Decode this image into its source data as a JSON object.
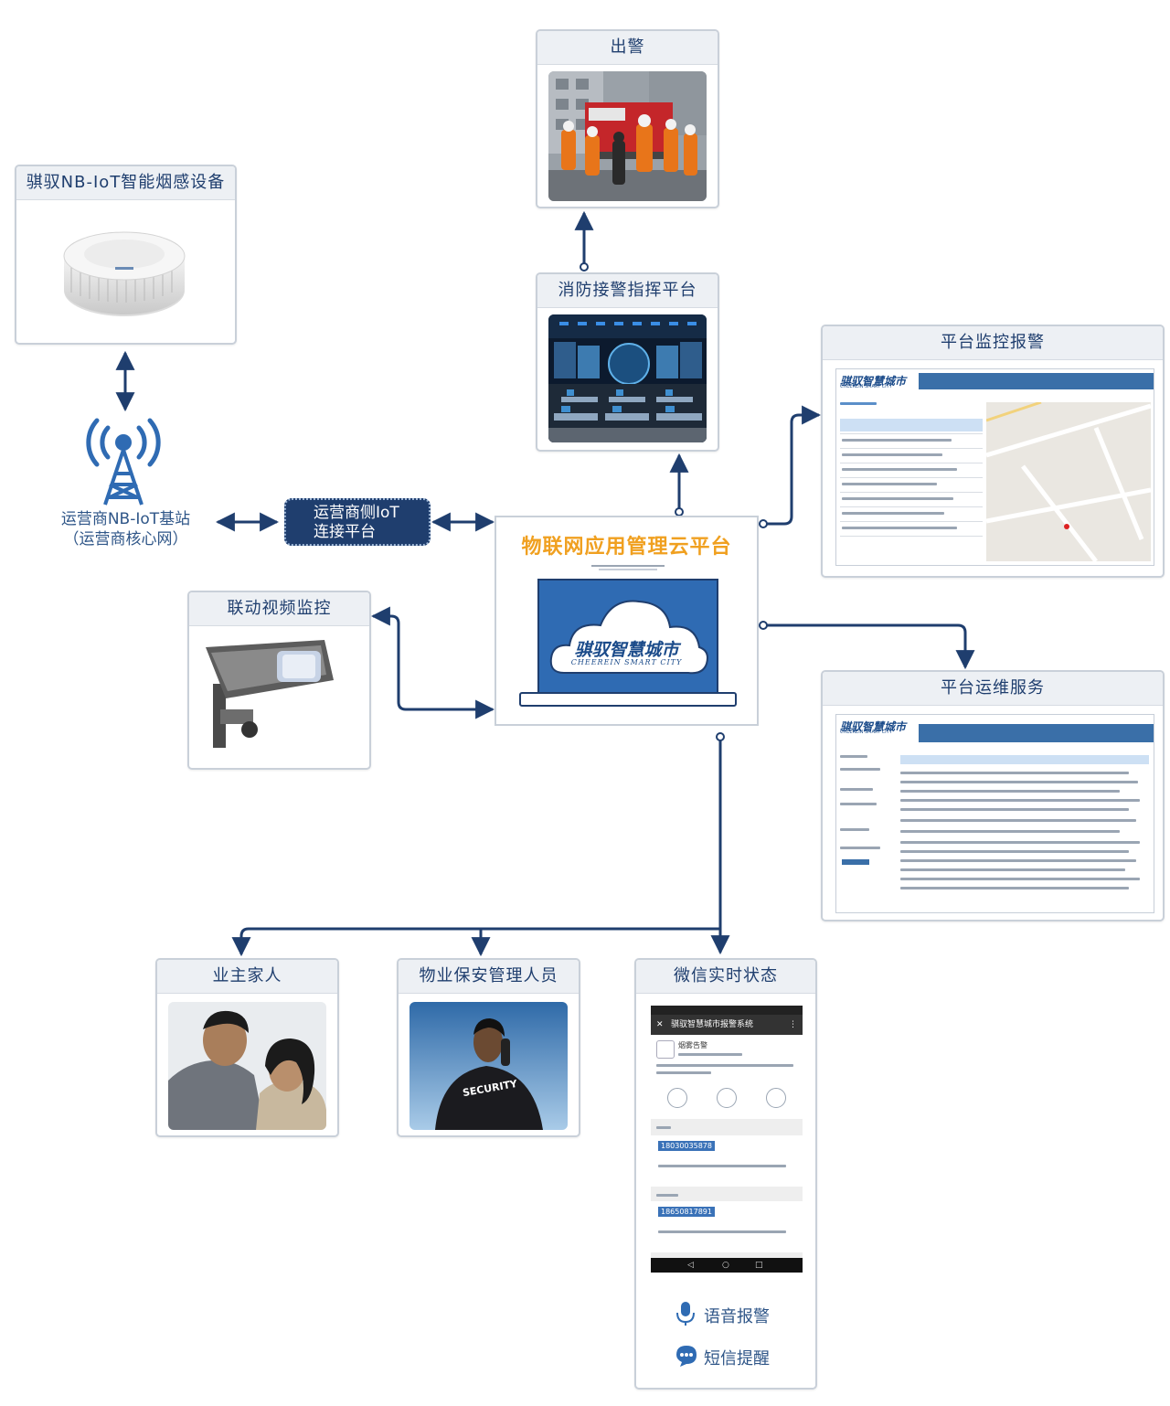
{
  "center": {
    "title": "物联网应用管理云平台",
    "logo_cn": "骐驭智慧城市",
    "logo_en": "CHEEREIN SMART CITY"
  },
  "smoke_detector": {
    "title": "骐驭NB-IoT智能烟感设备"
  },
  "base_station": {
    "line1": "运营商NB-IoT基站",
    "line2": "（运营商核心网）"
  },
  "iot_platform": {
    "line1": "运营商侧IoT",
    "line2": "连接平台"
  },
  "fire_control": {
    "title": "消防接警指挥平台"
  },
  "dispatch": {
    "title": "出警"
  },
  "monitoring": {
    "title": "平台监控报警",
    "logo": "骐驭智慧城市",
    "logo_en": "CHEEREIN SMART CITY"
  },
  "ops": {
    "title": "平台运维服务",
    "logo": "骐驭智慧城市",
    "logo_en": "CHEEREIN SMART CITY"
  },
  "video": {
    "title": "联动视频监控"
  },
  "owner": {
    "title": "业主家人"
  },
  "security": {
    "title": "物业保安管理人员",
    "badge": "SECURITY"
  },
  "wechat": {
    "title": "微信实时状态",
    "app_title": "骐驭智慧城市报警系统",
    "alarm_title": "烟雾告警",
    "phone1": "18030035878",
    "phone2": "18650817891",
    "voice": "语音报警",
    "sms": "短信提醒"
  },
  "colors": {
    "navy": "#1f3e6e",
    "accent": "#f0a020",
    "brand_blue": "#2f6bb3"
  }
}
